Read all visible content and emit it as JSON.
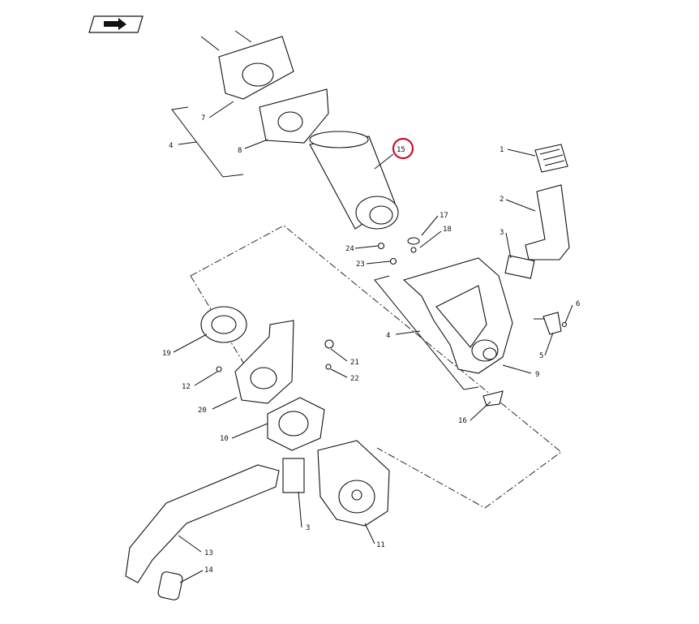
{
  "nav_icon": "return-arrow-icon",
  "callouts": {
    "c1": "1",
    "c2": "2",
    "c3a": "3",
    "c3b": "3",
    "c4a": "4",
    "c4b": "4",
    "c5": "5",
    "c6": "6",
    "c7": "7",
    "c8": "8",
    "c9": "9",
    "c10": "10",
    "c11": "11",
    "c12": "12",
    "c13": "13",
    "c14": "14",
    "c15": "15",
    "c16": "16",
    "c17": "17",
    "c18": "18",
    "c19": "19",
    "c20": "20",
    "c21": "21",
    "c22": "22",
    "c23": "23",
    "c24": "24"
  },
  "highlight": {
    "item": "15",
    "color": "#c8102e"
  }
}
